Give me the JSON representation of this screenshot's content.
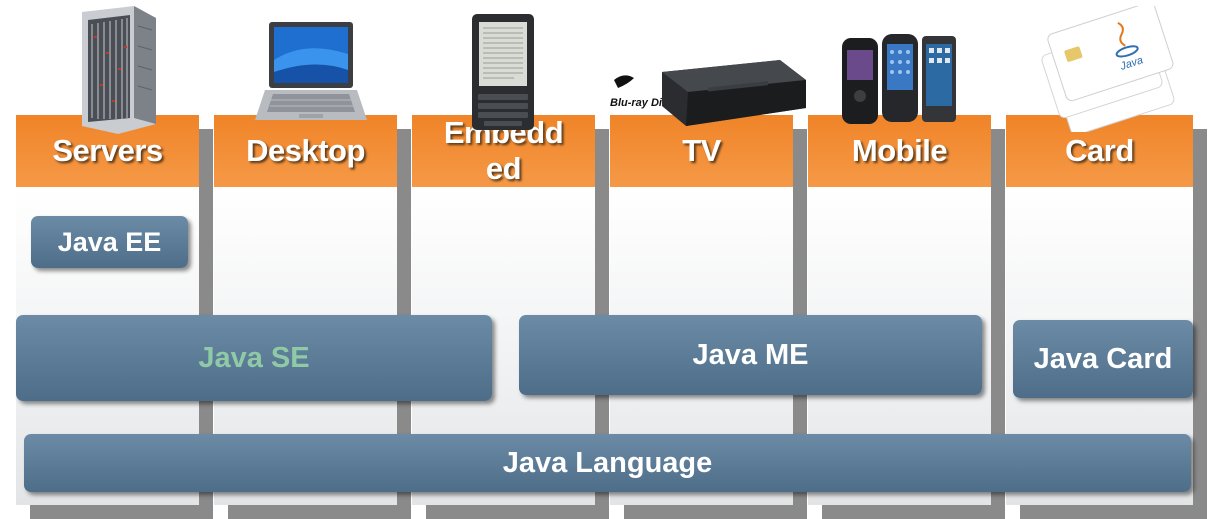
{
  "columns": [
    {
      "label": "Servers",
      "device": "server-rack"
    },
    {
      "label": "Desktop",
      "device": "laptop"
    },
    {
      "label": "Embedded",
      "device": "ebook-reader"
    },
    {
      "label": "TV",
      "device": "bluray-player"
    },
    {
      "label": "Mobile",
      "device": "mobile-phones"
    },
    {
      "label": "Card",
      "device": "smart-cards"
    }
  ],
  "bluray_logo_text": "Blu-ray Disc",
  "card_logo_text": "Java",
  "blocks": {
    "java_ee": "Java EE",
    "java_se": "Java SE",
    "java_me": "Java ME",
    "java_card": "Java Card",
    "java_language": "Java Language"
  },
  "colors": {
    "header_orange": "#f08428",
    "block_blue": "#5a7a95",
    "java_se_text": "#8fc9a6"
  }
}
